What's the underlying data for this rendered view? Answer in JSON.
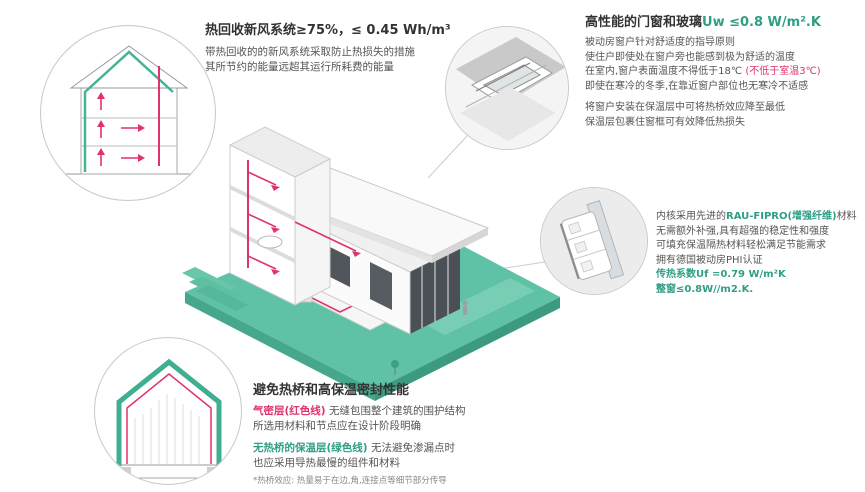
{
  "palette": {
    "teal_accent": "#2f9e85",
    "red_accent": "#e0326d",
    "title_color": "#333333",
    "ground_teal": "#5fc2a6"
  },
  "ventilation_block": {
    "title": "热回收新风系统≥75%，≤ 0.45 Wh/m³",
    "line1": "带热回收的的新风系统采取防止热损失的措施",
    "line2": "其所节约的能量远超其运行所耗费的能量"
  },
  "window_block": {
    "title_main": "高性能的门窗和玻璃",
    "title_value": "Uw ≤0.8 W/m².K",
    "line1": "被动房窗户针对舒适度的指导原则",
    "line2": "使住户即使处在窗户旁也能感到极为舒适的温度",
    "line3_pre": "在室内,窗户表面温度不得低于18℃ ",
    "line3_red": "(不低于室温3℃)",
    "line4": "即使在寒冷的冬季,在靠近窗户部位也无寒冷不适感",
    "line5": "将窗户安装在保温层中可将热桥效应降至最低",
    "line6": "保温层包裹住窗框可有效降低热损失"
  },
  "profile_block": {
    "line1_pre": "内核采用先进的",
    "line1_teal": "RAU-FIPRO(增强纤维)",
    "line1_post": "材料",
    "line2": "无需额外补强,具有超强的稳定性和强度",
    "line3": "可填充保温隔热材料轻松满足节能需求",
    "line4": "拥有德国被动房PHI认证",
    "line5": "传热系数Uf =0.79 W/m²K",
    "line6": "整窗≤0.8W//m2.K."
  },
  "thermal_block": {
    "title": "避免热桥和高保温密封性能",
    "line1_red": "气密层(红色线)",
    "line1_rest": " 无缝包围整个建筑的围护结构",
    "line2": "所选用材料和节点应在设计阶段明确",
    "line3_teal": "无热桥的保温层(绿色线)",
    "line3_rest": " 无法避免渗漏点时",
    "line4": "也应采用导热最慢的组件和材料",
    "footnote": "*热桥效应: 热量易于在边,角,连接点等细节部分传导"
  }
}
